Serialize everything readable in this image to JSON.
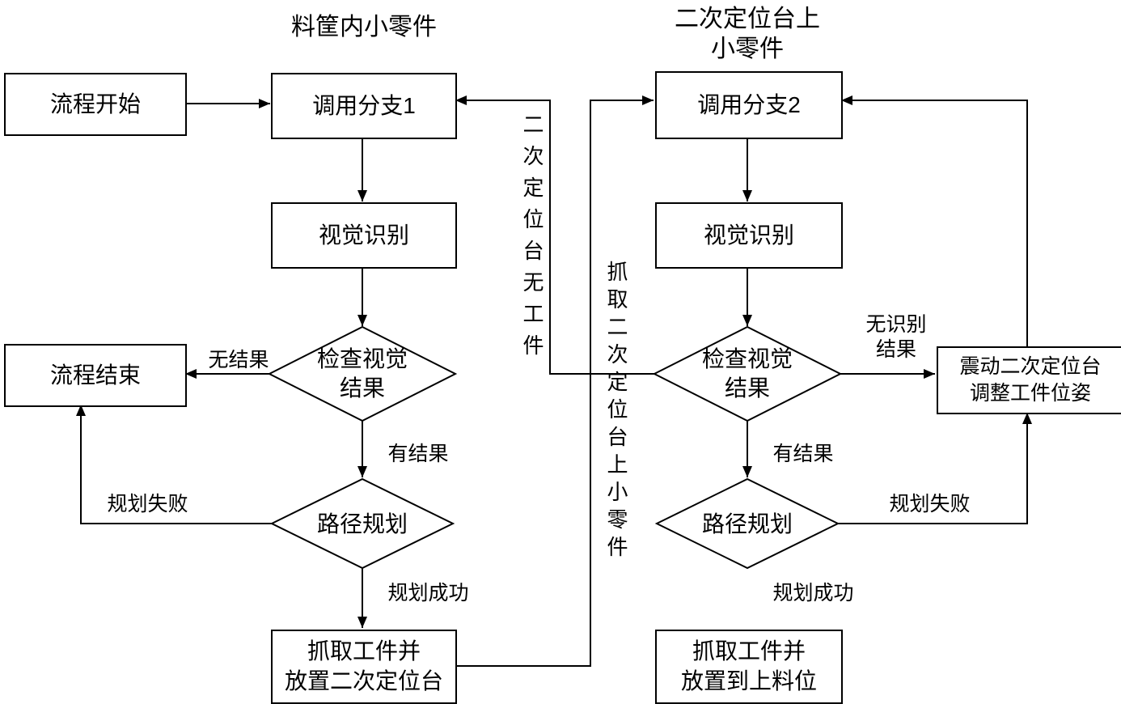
{
  "diagram": {
    "left_branch": {
      "title": "料筐内小零件",
      "start": "流程开始",
      "call_branch": "调用分支1",
      "vision": "视觉识别",
      "check": "检查视觉\n结果",
      "end": "流程结束",
      "path_plan": "路径规划",
      "grab": "抓取工件并\n放置二次定位台",
      "label_no_result": "无结果",
      "label_has_result": "有结果",
      "label_plan_fail": "规划失败",
      "label_plan_success": "规划成功"
    },
    "right_branch": {
      "title": "二次定位台上\n小零件",
      "call_branch": "调用分支2",
      "vision": "视觉识别",
      "check": "检查视觉\n结果",
      "vibrate": "震动二次定位台\n调整工件位姿",
      "path_plan": "路径规划",
      "grab": "抓取工件并\n放置到上料位",
      "label_no_result": "无识别\n结果",
      "label_has_result": "有结果",
      "label_plan_fail": "规划失败",
      "label_plan_success": "规划成功"
    },
    "cross_labels": {
      "no_workpiece": "二次定位台无工件",
      "grab_from_table": "抓取二次定位台上小零件"
    },
    "colors": {
      "stroke": "#000000",
      "fill": "#ffffff"
    }
  }
}
